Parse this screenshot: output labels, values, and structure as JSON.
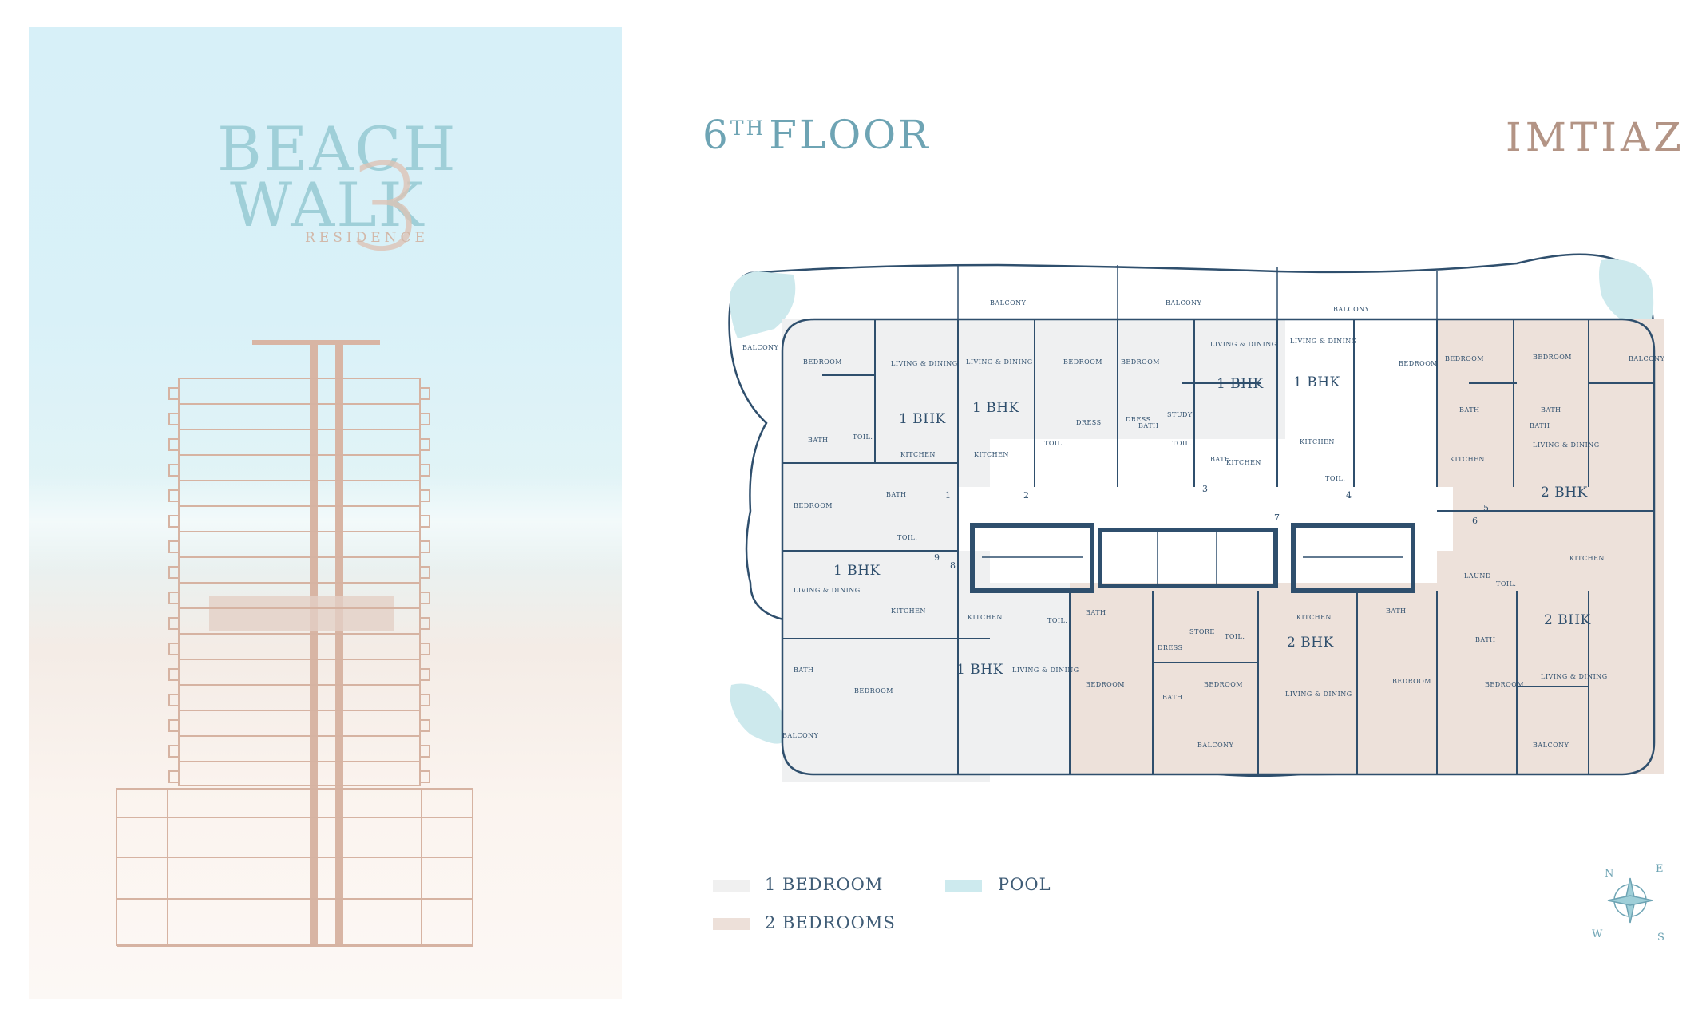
{
  "logo": {
    "line1": "BEACH",
    "line2": "WALK",
    "number": "3",
    "sub": "RESIDENCE"
  },
  "floor": {
    "number": "6",
    "suffix": "TH",
    "word": "FLOOR"
  },
  "brand": "IMTIAZ",
  "legend": [
    {
      "label": "1 BEDROOM",
      "color": "#f0f0f0"
    },
    {
      "label": "2 BEDROOMS",
      "color": "#ede0d9"
    },
    {
      "label": "POOL",
      "color": "#cdeaee"
    }
  ],
  "colors": {
    "wall": "#2f4f6d",
    "one_bed": "#eff0f1",
    "two_bed": "#ede1da",
    "pool": "#cde9ed",
    "accent": "#6ea4b4",
    "brand": "#b39485"
  },
  "plan_labels": {
    "balcony": "BALCONY",
    "bedroom": "BEDROOM",
    "living": "LIVING & DINING",
    "kitchen": "KITCHEN",
    "bath": "BATH",
    "toil": "TOIL.",
    "dress": "DRESS",
    "study": "STUDY",
    "store": "STORE",
    "laund": "LAUND",
    "one_bhk": "1 BHK",
    "two_bhk": "2 BHK"
  },
  "unit_numbers": [
    "1",
    "2",
    "3",
    "4",
    "5",
    "6",
    "7",
    "8",
    "9"
  ],
  "compass": {
    "n": "N",
    "e": "E",
    "s": "S",
    "w": "W"
  }
}
